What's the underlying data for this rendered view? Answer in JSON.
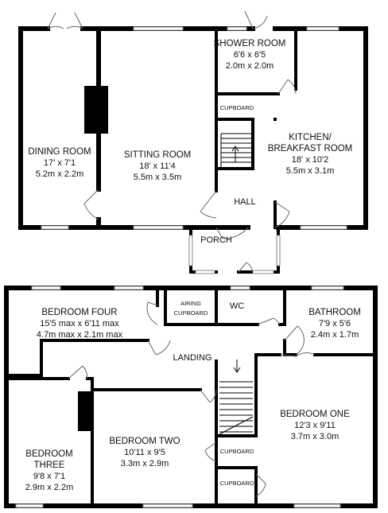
{
  "ground_floor": {
    "dining_room": {
      "name": "DINING ROOM",
      "imperial": "17' x 7'1",
      "metric": "5.2m x 2.2m"
    },
    "sitting_room": {
      "name": "SITTING ROOM",
      "imperial": "18' x 11'4",
      "metric": "5.5m x 3.5m"
    },
    "shower_room": {
      "name": "SHOWER ROOM",
      "imperial": "6'6 x 6'5",
      "metric": "2.0m x 2.0m"
    },
    "cupboard": {
      "name": "CUPBOARD"
    },
    "kitchen": {
      "name_line1": "KITCHEN/",
      "name_line2": "BREAKFAST ROOM",
      "imperial": "18' x 10'2",
      "metric": "5.5m x 3.1m"
    },
    "hall": {
      "name": "HALL"
    },
    "porch": {
      "name": "PORCH"
    }
  },
  "first_floor": {
    "bedroom_four": {
      "name": "BEDROOM FOUR",
      "imperial": "15'5 max x 6'11 max",
      "metric": "4.7m max x 2.1m max"
    },
    "airing_cupboard": {
      "line1": "AIRING",
      "line2": "CUPBOARD"
    },
    "wc": {
      "name": "WC"
    },
    "bathroom": {
      "name": "BATHROOM",
      "imperial": "7'9 x 5'6",
      "metric": "2.4m x 1.7m"
    },
    "landing": {
      "name": "LANDING"
    },
    "bedroom_one": {
      "name": "BEDROOM ONE",
      "imperial": "12'3 x 9'11",
      "metric": "3.7m x 3.0m"
    },
    "bedroom_two": {
      "name": "BEDROOM TWO",
      "imperial": "10'11 x 9'5",
      "metric": "3.3m x 2.9m"
    },
    "bedroom_three": {
      "name_line1": "BEDROOM",
      "name_line2": "THREE",
      "imperial": "9'8 x 7'1",
      "metric": "2.9m x 2.2m"
    },
    "cupboard_upper": {
      "name": "CUPBOARD"
    },
    "cupboard_lower": {
      "name": "CUPBOARD"
    }
  }
}
